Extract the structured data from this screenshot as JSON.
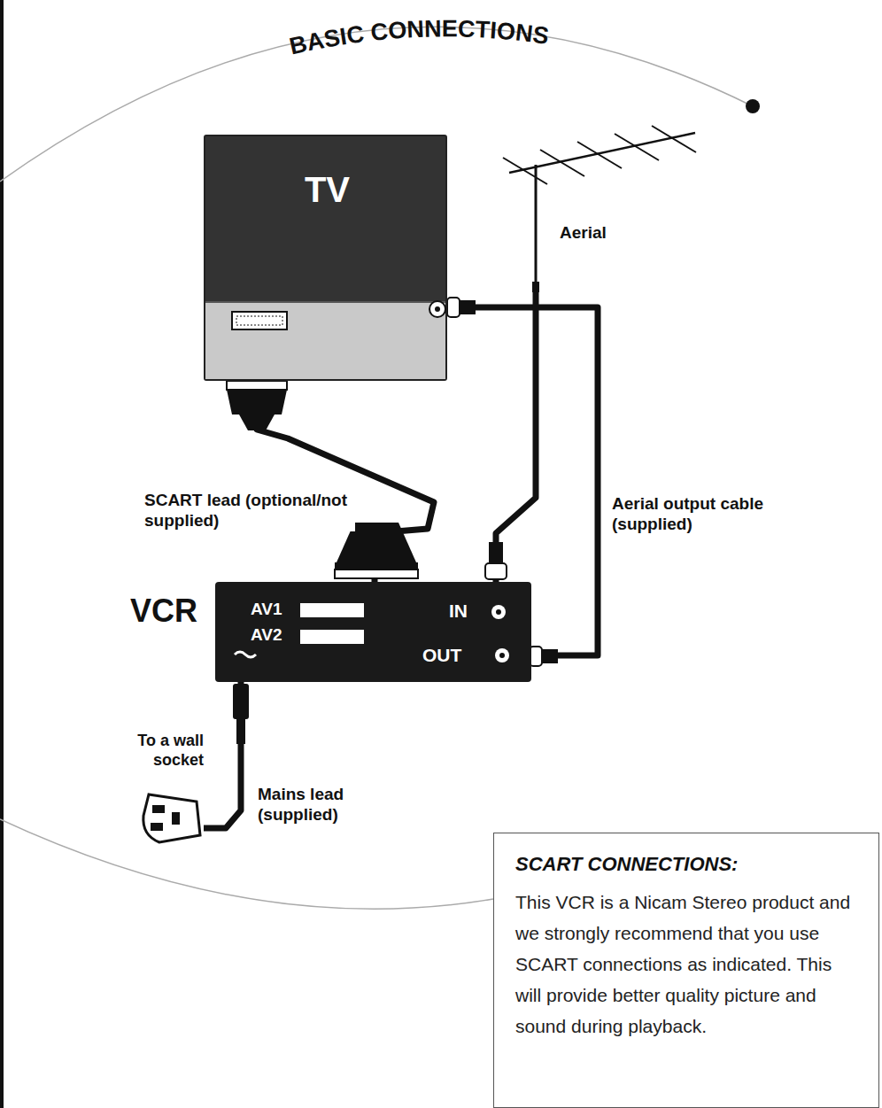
{
  "diagram": {
    "title": "BASIC CONNECTIONS",
    "nodes": [
      {
        "text": [
          "TV"
        ]
      },
      {
        "text": [
          "Aerial"
        ]
      },
      {
        "text": [
          "VCR",
          "AV1",
          "AV2",
          "IN",
          "OUT"
        ]
      },
      {
        "text": [
          "To a wall socket"
        ]
      },
      {
        "text": [
          "SCART CONNECTIONS:",
          "This VCR is a Nicam Stereo product and we strongly recommend that you use SCART connections as indicated. This will provide better quality picture and sound during playback."
        ]
      }
    ],
    "edges": [
      {
        "from": 0,
        "to": 2,
        "arrow": "none",
        "label": "SCART lead (optional/not supplied)"
      },
      {
        "from": 2,
        "to": 0,
        "arrow": "none",
        "label": "Aerial output cable (supplied)"
      },
      {
        "from": 1,
        "to": 2,
        "arrow": "none"
      },
      {
        "from": 2,
        "to": 3,
        "arrow": "none",
        "label": "Mains lead (supplied)"
      }
    ]
  }
}
